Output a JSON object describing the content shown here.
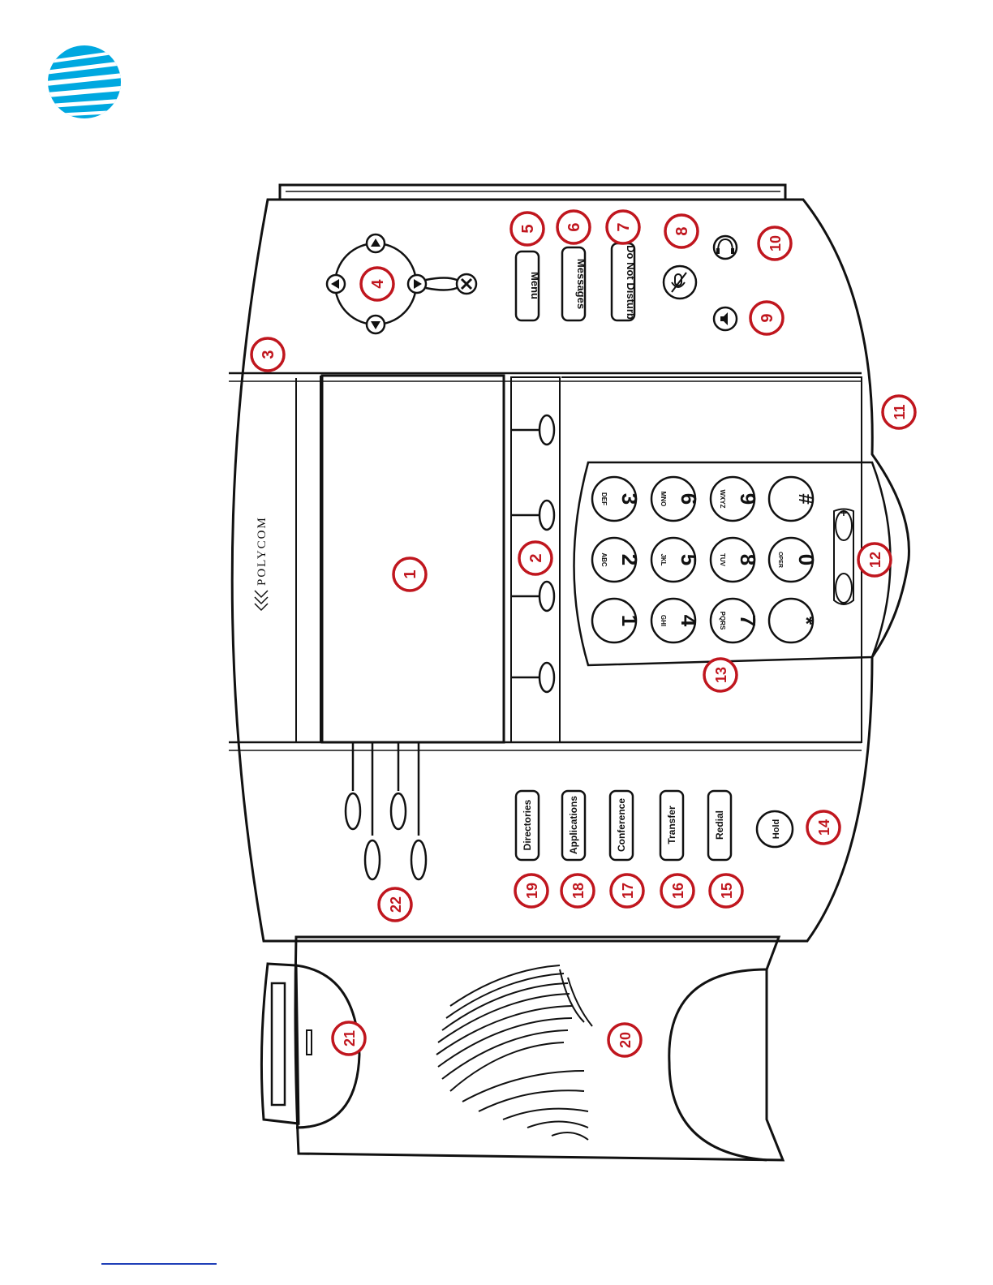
{
  "logo": {
    "name": "at&t-globe-icon",
    "color": "#00a8e0"
  },
  "phone": {
    "brand": "POLYCOM",
    "buttons": {
      "menu": "Menu",
      "messages": "Messages",
      "do_not_disturb": "Do Not Disturb",
      "hold": "Hold",
      "directories": "Directories",
      "applications": "Applications",
      "conference": "Conference",
      "transfer": "Transfer",
      "redial": "Redial"
    },
    "keypad": [
      {
        "digit": "1",
        "letters": ""
      },
      {
        "digit": "2",
        "letters": "ABC"
      },
      {
        "digit": "3",
        "letters": "DEF"
      },
      {
        "digit": "4",
        "letters": "GHI"
      },
      {
        "digit": "5",
        "letters": "JKL"
      },
      {
        "digit": "6",
        "letters": "MNO"
      },
      {
        "digit": "7",
        "letters": "PQRS"
      },
      {
        "digit": "8",
        "letters": "TUV"
      },
      {
        "digit": "9",
        "letters": "WXYZ"
      },
      {
        "digit": "*",
        "letters": ""
      },
      {
        "digit": "0",
        "letters": "OPER"
      },
      {
        "digit": "#",
        "letters": ""
      }
    ],
    "volume": {
      "plus": "+",
      "minus": "−"
    }
  },
  "callouts": [
    "1",
    "2",
    "3",
    "4",
    "5",
    "6",
    "7",
    "8",
    "9",
    "10",
    "11",
    "12",
    "13",
    "14",
    "15",
    "16",
    "17",
    "18",
    "19",
    "20",
    "21",
    "22"
  ],
  "colors": {
    "callout": "#c0161e",
    "line": "#111111"
  }
}
